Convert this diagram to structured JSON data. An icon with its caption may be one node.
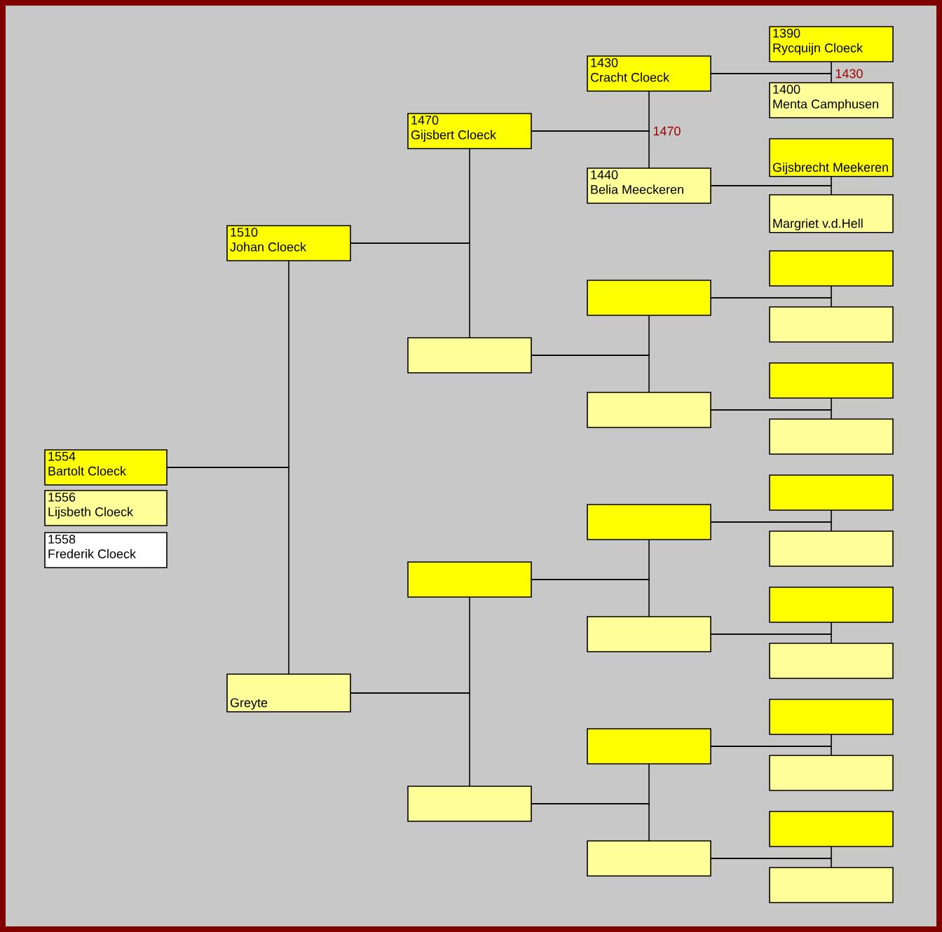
{
  "diagram": {
    "nodes": [
      {
        "text": [
          "1554",
          "Bartolt Cloeck"
        ]
      },
      {
        "text": [
          "1556",
          "Lijsbeth Cloeck"
        ]
      },
      {
        "text": [
          "1558",
          "Frederik Cloeck"
        ]
      },
      {
        "text": [
          "1510",
          "Johan Cloeck"
        ]
      },
      {
        "text": [
          "Greyte"
        ]
      },
      {
        "text": [
          "1470",
          "Gijsbert Cloeck"
        ]
      },
      {
        "text": [],
        "shape": "box"
      },
      {
        "text": [],
        "shape": "box"
      },
      {
        "text": [],
        "shape": "box"
      },
      {
        "text": [
          "1430",
          "Cracht Cloeck"
        ]
      },
      {
        "text": [
          "1440",
          "Belia Meeckeren"
        ]
      },
      {
        "text": [],
        "shape": "box"
      },
      {
        "text": [],
        "shape": "box"
      },
      {
        "text": [],
        "shape": "box"
      },
      {
        "text": [],
        "shape": "box"
      },
      {
        "text": [],
        "shape": "box"
      },
      {
        "text": [],
        "shape": "box"
      },
      {
        "text": [
          "1390",
          "Rycquijn Cloeck"
        ]
      },
      {
        "text": [
          "1400",
          "Menta Camphusen"
        ]
      },
      {
        "text": [
          "Gijsbrecht Meekeren"
        ]
      },
      {
        "text": [
          "Margriet v.d.Hell"
        ]
      },
      {
        "text": [],
        "shape": "box"
      },
      {
        "text": [],
        "shape": "box"
      },
      {
        "text": [],
        "shape": "box"
      },
      {
        "text": [],
        "shape": "box"
      },
      {
        "text": [],
        "shape": "box"
      },
      {
        "text": [],
        "shape": "box"
      },
      {
        "text": [],
        "shape": "box"
      },
      {
        "text": [],
        "shape": "box"
      },
      {
        "text": [],
        "shape": "box"
      },
      {
        "text": [],
        "shape": "box"
      },
      {
        "text": [],
        "shape": "box"
      },
      {
        "text": [],
        "shape": "box"
      }
    ],
    "edges": [
      {
        "from": 0,
        "to": 3,
        "arrow": "none"
      },
      {
        "from": 0,
        "to": 4,
        "arrow": "none"
      },
      {
        "from": 3,
        "to": 5,
        "arrow": "none"
      },
      {
        "from": 3,
        "to": 6,
        "arrow": "none"
      },
      {
        "from": 4,
        "to": 7,
        "arrow": "none"
      },
      {
        "from": 4,
        "to": 8,
        "arrow": "none"
      },
      {
        "from": 5,
        "to": 9,
        "arrow": "none",
        "label": "1470"
      },
      {
        "from": 5,
        "to": 10,
        "arrow": "none"
      },
      {
        "from": 6,
        "to": 11,
        "arrow": "none"
      },
      {
        "from": 6,
        "to": 12,
        "arrow": "none"
      },
      {
        "from": 7,
        "to": 13,
        "arrow": "none"
      },
      {
        "from": 7,
        "to": 14,
        "arrow": "none"
      },
      {
        "from": 8,
        "to": 15,
        "arrow": "none"
      },
      {
        "from": 8,
        "to": 16,
        "arrow": "none"
      },
      {
        "from": 9,
        "to": 17,
        "arrow": "none",
        "label": "1430"
      },
      {
        "from": 9,
        "to": 18,
        "arrow": "none"
      },
      {
        "from": 10,
        "to": 19,
        "arrow": "none"
      },
      {
        "from": 10,
        "to": 20,
        "arrow": "none"
      },
      {
        "from": 11,
        "to": 21,
        "arrow": "none"
      },
      {
        "from": 11,
        "to": 22,
        "arrow": "none"
      },
      {
        "from": 12,
        "to": 23,
        "arrow": "none"
      },
      {
        "from": 12,
        "to": 24,
        "arrow": "none"
      },
      {
        "from": 13,
        "to": 25,
        "arrow": "none"
      },
      {
        "from": 13,
        "to": 26,
        "arrow": "none"
      },
      {
        "from": 14,
        "to": 27,
        "arrow": "none"
      },
      {
        "from": 14,
        "to": 28,
        "arrow": "none"
      },
      {
        "from": 15,
        "to": 29,
        "arrow": "none"
      },
      {
        "from": 15,
        "to": 30,
        "arrow": "none"
      },
      {
        "from": 16,
        "to": 31,
        "arrow": "none"
      },
      {
        "from": 16,
        "to": 32,
        "arrow": "none"
      }
    ]
  }
}
